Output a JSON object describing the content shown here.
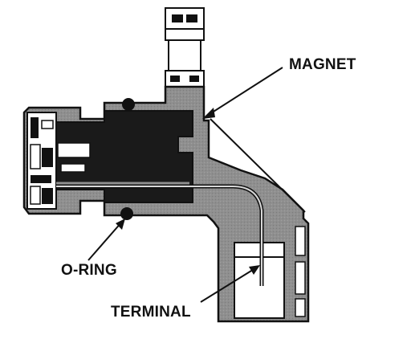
{
  "labels": {
    "magnet": "MAGNET",
    "o_ring": "O-RING",
    "terminal": "TERMINAL"
  },
  "colors": {
    "ink": "#111111",
    "body_fill": "#8f8f8f",
    "core_fill": "#1a1a1a",
    "paper": "#ffffff"
  }
}
